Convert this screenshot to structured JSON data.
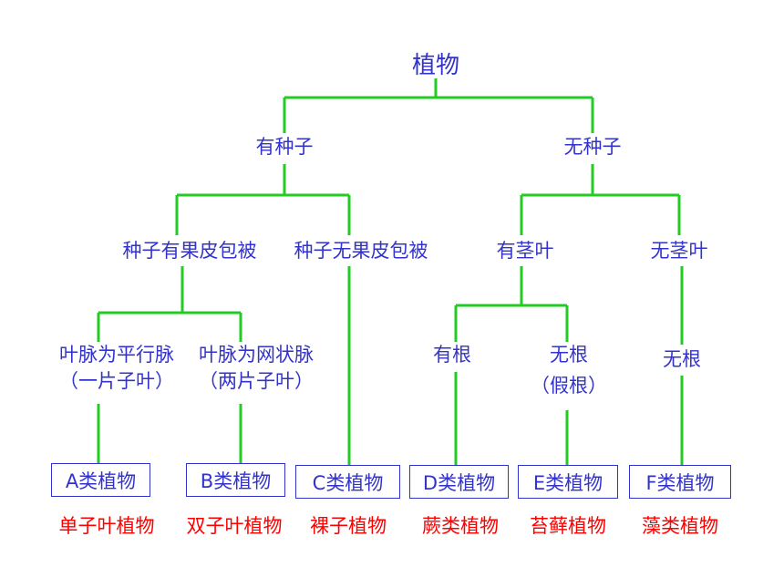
{
  "colors": {
    "line": "#22cc22",
    "text": "#3333cc",
    "group": "#ff0000"
  },
  "root": "植物",
  "level1": {
    "seed": "有种子",
    "no_seed": "无种子"
  },
  "level2": {
    "pericarp": "种子有果皮包被",
    "no_pericarp": "种子无果皮包被",
    "stem_leaf": "有茎叶",
    "no_stem_leaf": "无茎叶"
  },
  "level3": {
    "parallel_1": "叶脉为平行脉",
    "parallel_2": "（一片子叶）",
    "net_1": "叶脉为网状脉",
    "net_2": "（两片子叶）",
    "root_yes": "有根",
    "root_no_1": "无根",
    "root_no_2": "（假根）",
    "algae_root": "无根"
  },
  "classes": [
    "A类植物",
    "B类植物",
    "C类植物",
    "D类植物",
    "E类植物",
    "F类植物"
  ],
  "groups": [
    "单子叶植物",
    "双子叶植物",
    "裸子植物",
    "蕨类植物",
    "苔藓植物",
    "藻类植物"
  ]
}
